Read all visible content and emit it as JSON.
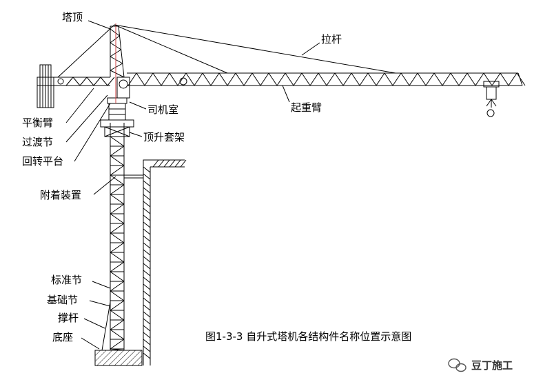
{
  "labels": {
    "tower_top": "塔顶",
    "tie_rod": "拉杆",
    "counter_jib": "平衡臂",
    "cab": "司机室",
    "jib": "起重臂",
    "transition_section": "过渡节",
    "climbing_frame": "顶升套架",
    "slewing_platform": "回转平台",
    "tie_in_device": "附着装置",
    "standard_section": "标准节",
    "base_section": "基础节",
    "strut": "撑杆",
    "base": "底座"
  },
  "caption": "图1-3-3  自升式塔机各结构件名称位置示意图",
  "watermark": {
    "text": "豆丁施工",
    "icon": "wechat-icon"
  },
  "colors": {
    "line": "#000000",
    "centerline": "#d04040"
  }
}
